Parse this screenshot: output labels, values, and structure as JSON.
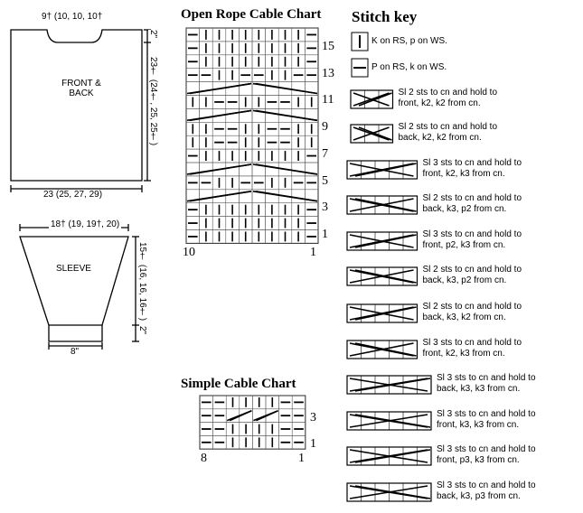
{
  "schematic": {
    "front_back": {
      "label_line1": "FRONT &",
      "label_line2": "BACK",
      "top_width": "9† (10, 10, 10†",
      "neck_depth": "2\"",
      "length": "23† (24†, 25, 25†)",
      "width": "23 (25, 27, 29)"
    },
    "sleeve": {
      "label": "SLEEVE",
      "top_width": "18† (19, 19†, 20)",
      "length": "15† (16, 16, 16†)",
      "cuff_depth": "2\"",
      "cuff_width": "8\""
    }
  },
  "open_rope": {
    "title": "Open Rope Cable Chart",
    "row_labels": [
      "15",
      "13",
      "11",
      "9",
      "7",
      "5",
      "3",
      "1"
    ],
    "col_left": "10",
    "col_right": "1"
  },
  "simple_cable": {
    "title": "Simple Cable Chart",
    "row_labels": [
      "3",
      "1"
    ],
    "col_left": "8",
    "col_right": "1"
  },
  "stitch_key": {
    "title": "Stitch key",
    "items": [
      {
        "lines": [
          "K on RS, p on WS."
        ]
      },
      {
        "lines": [
          "P on RS, k on WS."
        ]
      },
      {
        "lines": [
          "Sl 2 sts to cn and hold to",
          "front, k2, k2 from cn."
        ]
      },
      {
        "lines": [
          "Sl 2 sts to cn and hold to",
          "back, k2, k2 from cn."
        ]
      },
      {
        "lines": [
          "Sl 3 sts to cn and hold to",
          "front, k2, k3 from cn."
        ]
      },
      {
        "lines": [
          "Sl 2 sts to cn and hold to",
          "back, k3, p2 from cn."
        ]
      },
      {
        "lines": [
          "Sl 3 sts to cn and hold to",
          "front, p2, k3 from cn."
        ]
      },
      {
        "lines": [
          "Sl 2 sts to cn and hold to",
          "back, k3, p2 from cn."
        ]
      },
      {
        "lines": [
          "Sl 2 sts to cn and hold to",
          "back, k3, k2 from cn."
        ]
      },
      {
        "lines": [
          "Sl 3 sts to cn and hold to",
          "front, k2, k3 from cn."
        ]
      },
      {
        "lines": [
          "Sl 3 sts to cn and hold to",
          "back, k3, k3 from cn."
        ]
      },
      {
        "lines": [
          "Sl 3 sts to cn and hold to",
          "front, k3, k3 from cn."
        ]
      },
      {
        "lines": [
          "Sl 3 sts to cn and hold to",
          "front, p3, k3 from cn."
        ]
      },
      {
        "lines": [
          "Sl 3 sts to cn and hold to",
          "back, k3, p3 from cn."
        ]
      }
    ]
  }
}
